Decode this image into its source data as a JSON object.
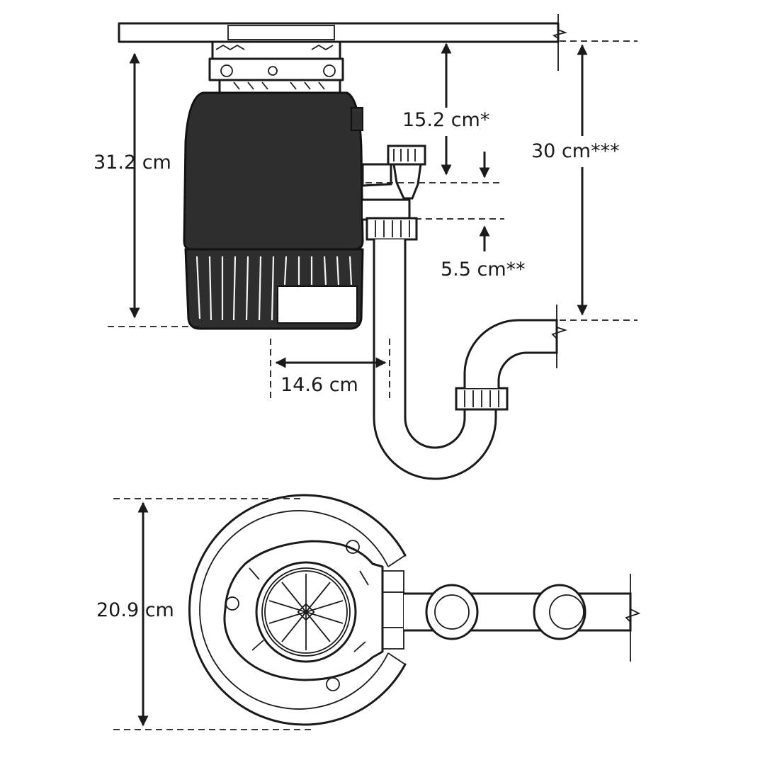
{
  "dimensions": {
    "unit_height": "31.2 cm",
    "inlet_offset": "15.2 cm*",
    "trap_drop": "30 cm***",
    "outlet_offset": "5.5 cm**",
    "outlet_distance": "14.6 cm",
    "unit_diameter": "20.9 cm"
  },
  "colors": {
    "ink": "#1a1a1a",
    "body_fill": "#2e2e2e",
    "background": "#ffffff"
  }
}
